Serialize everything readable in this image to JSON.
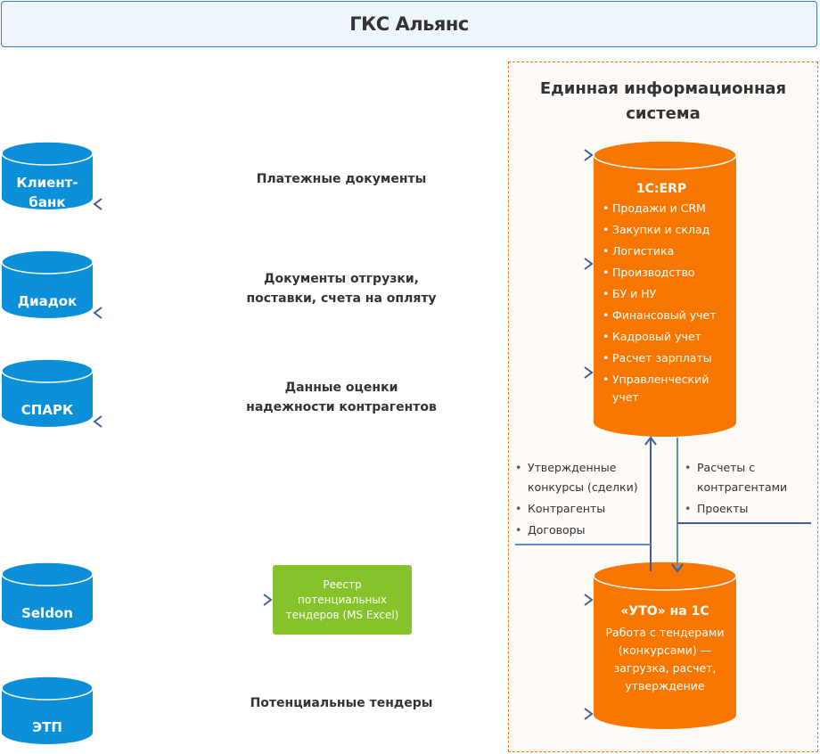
{
  "header": {
    "title": "ГКС Альянс"
  },
  "eis": {
    "title_line1": "Единная информационная",
    "title_line2": "система"
  },
  "colors": {
    "source_blue": "#0b8fd9",
    "system_orange": "#f77700",
    "registry_green": "#86c22a",
    "arrow": "#3f5f95",
    "frame_dashed": "#f07a1a"
  },
  "sources": [
    {
      "id": "client-bank",
      "label_line1": "Клиент-",
      "label_line2": "банк"
    },
    {
      "id": "diadoc",
      "label_line1": "Диадок",
      "label_line2": ""
    },
    {
      "id": "spark",
      "label_line1": "СПАРК",
      "label_line2": ""
    },
    {
      "id": "seldon",
      "label_line1": "Seldon",
      "label_line2": ""
    },
    {
      "id": "etp",
      "label_line1": "ЭТП",
      "label_line2": ""
    }
  ],
  "edges": {
    "client_bank": {
      "line1": "Платежные документы",
      "line2": ""
    },
    "diadoc": {
      "line1": "Документы отгрузки,",
      "line2": "поставки, счета на опляту"
    },
    "spark": {
      "line1": "Данные оценки",
      "line2": "надежности контрагентов"
    },
    "etp": {
      "line1": "Потенциальные тендеры",
      "line2": ""
    }
  },
  "registry": {
    "line1": "Реестр",
    "line2": "потенциальных",
    "line3": "тендеров (MS Excel)"
  },
  "erp": {
    "title": "1С:ERP",
    "modules": [
      "Продажи и CRM",
      "Закупки и склад",
      "Логистика",
      "Производство",
      "БУ и НУ",
      "Финансовый учет",
      "Кадровый учет",
      "Расчет зарплаты",
      "Управленческий учет"
    ]
  },
  "uto": {
    "title": "«УТО» на 1С",
    "description": "Работа с тендерами (конкурсами) — загрузка, расчет, утверждение"
  },
  "flows": {
    "uto_to_erp": [
      "Утвержденные конкурсы (сделки)",
      "Контрагенты",
      "Договоры"
    ],
    "erp_to_uto": [
      "Расчеты с контрагентами",
      "Проекты"
    ]
  }
}
